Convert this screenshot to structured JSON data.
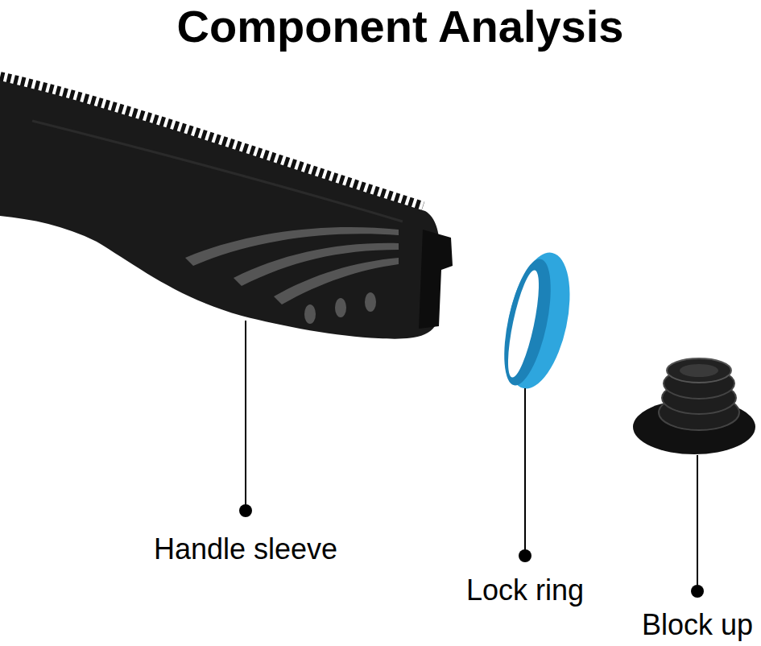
{
  "diagram": {
    "title": "Component Analysis",
    "labels": [
      "Handle sleeve",
      "Lock ring",
      "Block up"
    ]
  }
}
